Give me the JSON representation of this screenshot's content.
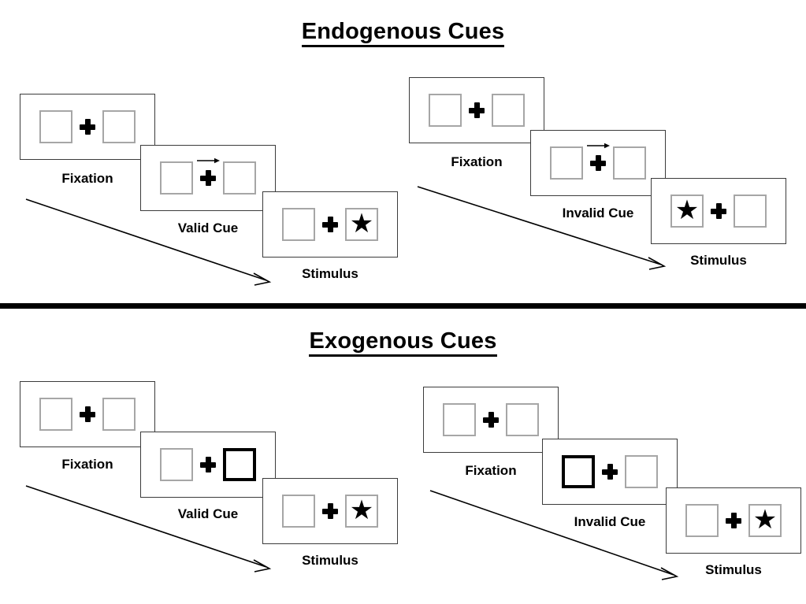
{
  "figure": {
    "sections": [
      {
        "id": "endogenous",
        "title": "Endogenous Cues",
        "title_underlined": true,
        "sequences": [
          {
            "id": "endogenous-valid",
            "condition_label": "Valid Cue",
            "cue_type": "central-arrow",
            "cue_direction": "right",
            "target_side": "right",
            "validity": "valid",
            "stages": [
              {
                "name": "fixation",
                "caption": "Fixation",
                "left_box": {
                  "cued": false,
                  "content": "empty"
                },
                "right_box": {
                  "cued": false,
                  "content": "empty"
                },
                "center": "plus",
                "arrow_cue": false
              },
              {
                "name": "cue",
                "caption": "Valid Cue",
                "left_box": {
                  "cued": false,
                  "content": "empty"
                },
                "right_box": {
                  "cued": false,
                  "content": "empty"
                },
                "center": "plus",
                "arrow_cue": true,
                "arrow_cue_direction": "right"
              },
              {
                "name": "stimulus",
                "caption": "Stimulus",
                "left_box": {
                  "cued": false,
                  "content": "empty"
                },
                "right_box": {
                  "cued": false,
                  "content": "star"
                },
                "center": "plus",
                "arrow_cue": false
              }
            ]
          },
          {
            "id": "endogenous-invalid",
            "condition_label": "Invalid Cue",
            "cue_type": "central-arrow",
            "cue_direction": "right",
            "target_side": "left",
            "validity": "invalid",
            "stages": [
              {
                "name": "fixation",
                "caption": "Fixation",
                "left_box": {
                  "cued": false,
                  "content": "empty"
                },
                "right_box": {
                  "cued": false,
                  "content": "empty"
                },
                "center": "plus",
                "arrow_cue": false
              },
              {
                "name": "cue",
                "caption": "Invalid Cue",
                "left_box": {
                  "cued": false,
                  "content": "empty"
                },
                "right_box": {
                  "cued": false,
                  "content": "empty"
                },
                "center": "plus",
                "arrow_cue": true,
                "arrow_cue_direction": "right"
              },
              {
                "name": "stimulus",
                "caption": "Stimulus",
                "left_box": {
                  "cued": false,
                  "content": "star"
                },
                "right_box": {
                  "cued": false,
                  "content": "empty"
                },
                "center": "plus",
                "arrow_cue": false
              }
            ]
          }
        ]
      },
      {
        "id": "exogenous",
        "title": "Exogenous Cues",
        "title_underlined": true,
        "sequences": [
          {
            "id": "exogenous-valid",
            "condition_label": "Valid Cue",
            "cue_type": "peripheral-box-flash",
            "cue_direction": "right",
            "target_side": "right",
            "validity": "valid",
            "stages": [
              {
                "name": "fixation",
                "caption": "Fixation",
                "left_box": {
                  "cued": false,
                  "content": "empty"
                },
                "right_box": {
                  "cued": false,
                  "content": "empty"
                },
                "center": "plus",
                "arrow_cue": false
              },
              {
                "name": "cue",
                "caption": "Valid Cue",
                "left_box": {
                  "cued": false,
                  "content": "empty"
                },
                "right_box": {
                  "cued": true,
                  "content": "empty"
                },
                "center": "plus",
                "arrow_cue": false
              },
              {
                "name": "stimulus",
                "caption": "Stimulus",
                "left_box": {
                  "cued": false,
                  "content": "empty"
                },
                "right_box": {
                  "cued": false,
                  "content": "star"
                },
                "center": "plus",
                "arrow_cue": false
              }
            ]
          },
          {
            "id": "exogenous-invalid",
            "condition_label": "Invalid Cue",
            "cue_type": "peripheral-box-flash",
            "cue_direction": "left",
            "target_side": "right",
            "validity": "invalid",
            "stages": [
              {
                "name": "fixation",
                "caption": "Fixation",
                "left_box": {
                  "cued": false,
                  "content": "empty"
                },
                "right_box": {
                  "cued": false,
                  "content": "empty"
                },
                "center": "plus",
                "arrow_cue": false
              },
              {
                "name": "cue",
                "caption": "Invalid Cue",
                "left_box": {
                  "cued": true,
                  "content": "empty"
                },
                "right_box": {
                  "cued": false,
                  "content": "empty"
                },
                "center": "plus",
                "arrow_cue": false
              },
              {
                "name": "stimulus",
                "caption": "Stimulus",
                "left_box": {
                  "cued": false,
                  "content": "empty"
                },
                "right_box": {
                  "cued": false,
                  "content": "star"
                },
                "center": "plus",
                "arrow_cue": false
              }
            ]
          }
        ]
      }
    ],
    "time_arrows": [
      {
        "id": "time-arrow-endogenous-left",
        "meaning": "time"
      },
      {
        "id": "time-arrow-endogenous-right",
        "meaning": "time"
      },
      {
        "id": "time-arrow-exogenous-left",
        "meaning": "time"
      },
      {
        "id": "time-arrow-exogenous-right",
        "meaning": "time"
      }
    ],
    "glyphs": {
      "fixation_cross": "plus",
      "target": "star",
      "cue_arrow": "arrow-right"
    },
    "colors": {
      "ink": "#000000",
      "panel_border": "#3b3b3b",
      "box_border": "#a6a6a6",
      "cued_box_border": "#000000",
      "background": "#ffffff"
    }
  }
}
